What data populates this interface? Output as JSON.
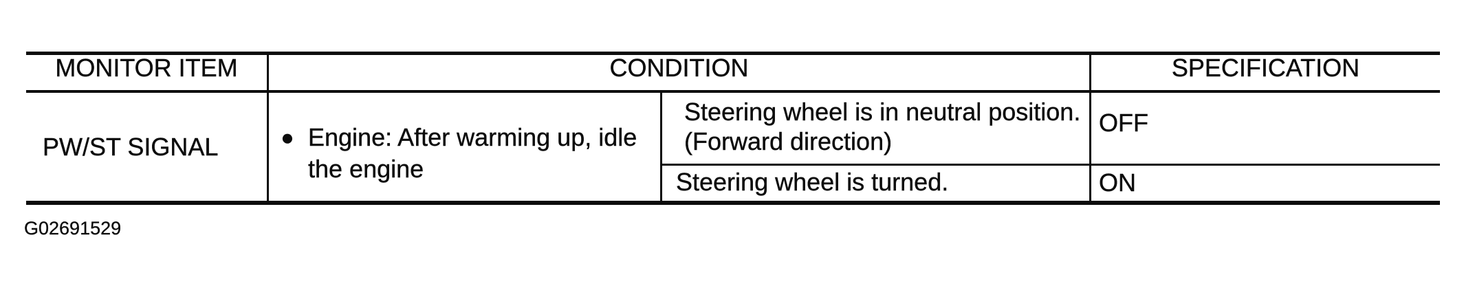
{
  "page": {
    "background": "#ffffff",
    "ink_color": "#0c0c0c"
  },
  "table": {
    "headers": {
      "monitor_item": "MONITOR ITEM",
      "condition": "CONDITION",
      "specification": "SPECIFICATION"
    },
    "row": {
      "monitor_item": "PW/ST SIGNAL",
      "condition": {
        "bullet_icon": "●",
        "line1": "Engine: After warming up, idle",
        "line2": "the engine"
      },
      "sub_rows": [
        {
          "condition_line1": "Steering wheel is in neutral position.",
          "condition_line2": "(Forward direction)",
          "specification": "OFF"
        },
        {
          "condition": "Steering wheel is turned.",
          "specification": "ON"
        }
      ]
    }
  },
  "footer": {
    "figure_code": "G02691529"
  }
}
